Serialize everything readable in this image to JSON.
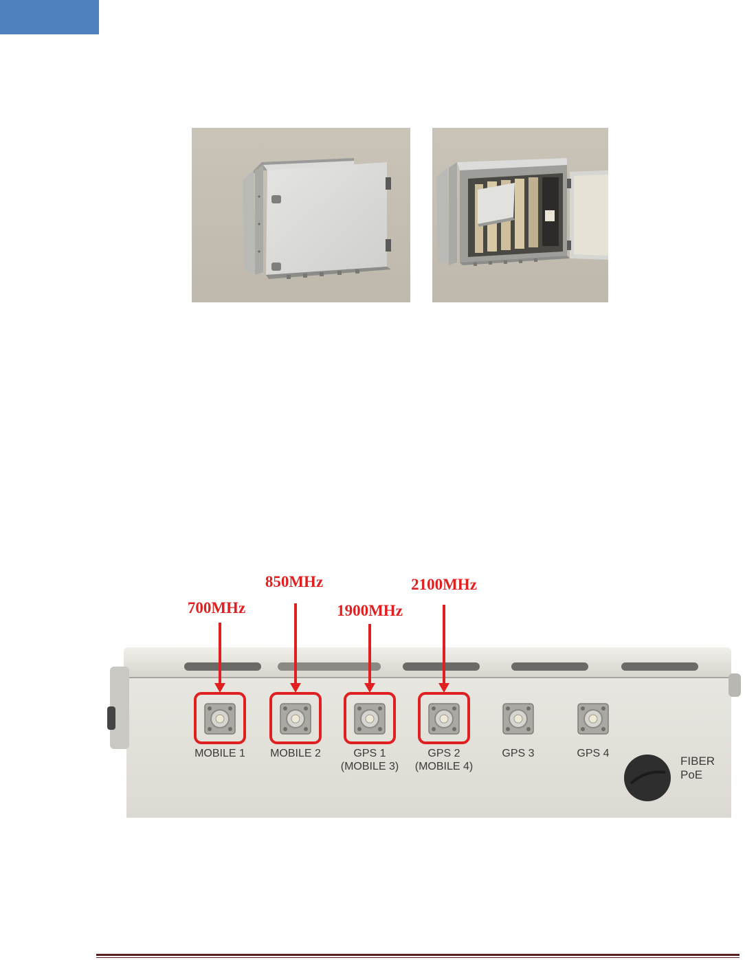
{
  "figure_top": {
    "left_image": "enclosure-closed",
    "right_image": "enclosure-open"
  },
  "figure_bottom": {
    "annotation_color": "#e02020",
    "frequencies": [
      {
        "label": "700MHz"
      },
      {
        "label": "850MHz"
      },
      {
        "label": "1900MHz"
      },
      {
        "label": "2100MHz"
      }
    ],
    "ports": [
      {
        "line1": "MOBILE 1",
        "line2": "",
        "highlighted": true
      },
      {
        "line1": "MOBILE 2",
        "line2": "",
        "highlighted": true
      },
      {
        "line1": "GPS 1",
        "line2": "(MOBILE 3)",
        "highlighted": true
      },
      {
        "line1": "GPS 2",
        "line2": "(MOBILE 4)",
        "highlighted": true
      },
      {
        "line1": "GPS 3",
        "line2": "",
        "highlighted": false
      },
      {
        "line1": "GPS 4",
        "line2": "",
        "highlighted": false
      }
    ],
    "fiber": {
      "line1": "FIBER",
      "line2": "PoE"
    }
  },
  "colors": {
    "header_tab": "#4f81bd",
    "footer_rule": "#5a1e1e"
  }
}
